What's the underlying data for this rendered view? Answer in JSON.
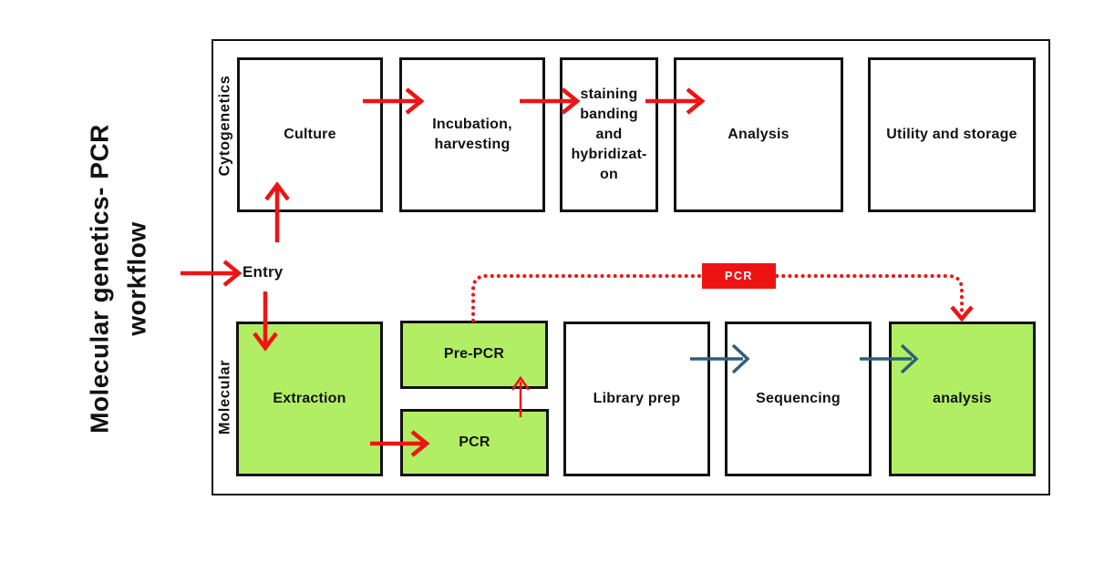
{
  "title": "Molecular genetics- PCR\nworkflow",
  "entry_label": "Entry",
  "pcr_badge_label": "PCR",
  "lanes": {
    "cytogenetics": {
      "label": "Cytogenetics",
      "boxes": [
        "Culture",
        "Incubation,\nharvesting",
        "staining\nbanding\nand\nhybridizat-\non",
        "Analysis",
        "Utility and storage"
      ]
    },
    "molecular": {
      "label": "Molecular",
      "boxes": [
        "Extraction",
        "Pre-PCR",
        "PCR",
        "Library prep",
        "Sequencing",
        "analysis"
      ]
    }
  },
  "colors": {
    "node_green": "#b2ee63",
    "arrow_red": "#ee1414",
    "arrow_teal": "#2d5f7d",
    "ink": "#121212",
    "badge_text": "#ffffff",
    "background": "#ffffff"
  }
}
